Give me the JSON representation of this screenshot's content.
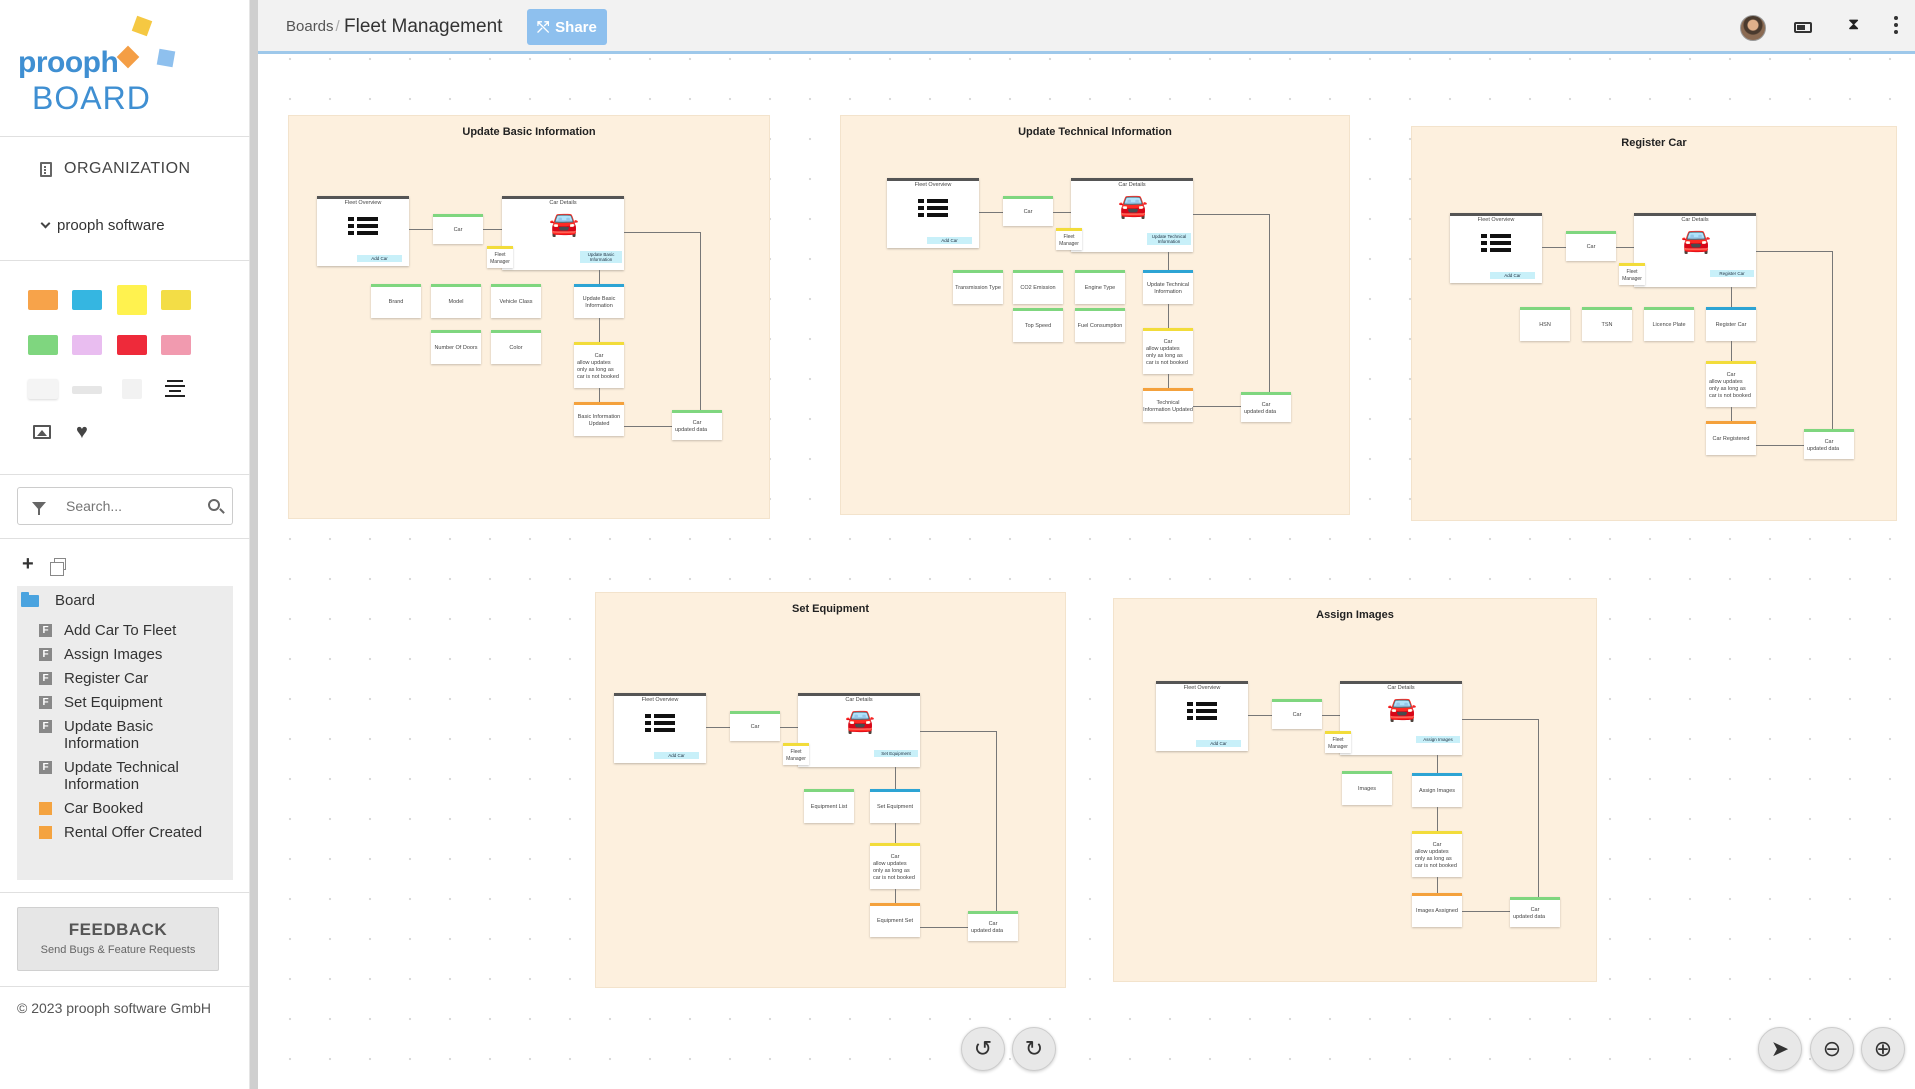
{
  "brand": {
    "name_line1": "prooph",
    "name_line2": "BOARD"
  },
  "sidebar": {
    "organization_label": "ORGANIZATION",
    "org_name": "prooph software",
    "swatch_colors": [
      "#f7a34a",
      "#35b6e1",
      "#fff24f",
      "#f3dd46",
      "#7fd67f",
      "#e9bdf0",
      "#ee2a3a",
      "#f19aaf",
      "#f4f4f4",
      "#e6e6e6",
      "#f2f2f2"
    ],
    "search": {
      "placeholder": "Search..."
    },
    "tree": {
      "root": "Board",
      "items": [
        {
          "label": "Add Car To Fleet",
          "type": "F"
        },
        {
          "label": "Assign Images",
          "type": "F"
        },
        {
          "label": "Register Car",
          "type": "F"
        },
        {
          "label": "Set Equipment",
          "type": "F"
        },
        {
          "label": "Update Basic Information",
          "type": "F"
        },
        {
          "label": "Update Technical Information",
          "type": "F"
        },
        {
          "label": "Car Booked",
          "type": "sticky"
        },
        {
          "label": "Rental Offer Created",
          "type": "sticky"
        }
      ]
    },
    "feedback": {
      "title": "FEEDBACK",
      "subtitle": "Send Bugs & Feature Requests"
    },
    "copyright": "© 2023 prooph software GmbH"
  },
  "topbar": {
    "breadcrumb": "Boards",
    "breadcrumb_sep": "/",
    "title": "Fleet Management",
    "share_label": "Share"
  },
  "frames": {
    "f1": {
      "title": "Update Basic Information",
      "fields": [
        "Brand",
        "Model",
        "Vehicle Class",
        "Number Of Doors",
        "Color"
      ],
      "command": "Update Basic Information",
      "pill": "Update Basic Information",
      "event": "Basic Information Updated"
    },
    "f2": {
      "title": "Update Technical Information",
      "fields": [
        "Transmission Type",
        "CO2 Emission",
        "Engine Type",
        "Top Speed",
        "Fuel Consumption"
      ],
      "command": "Update Technical Information",
      "pill": "Update Technical Information",
      "event": "Technical Information Updated"
    },
    "f3": {
      "title": "Register Car",
      "fields": [
        "HSN",
        "TSN",
        "Licence Plate"
      ],
      "command": "Register Car",
      "pill": "Register Car",
      "event": "Car Registered"
    },
    "f4": {
      "title": "Set Equipment",
      "fields": [
        "Equipment List"
      ],
      "command": "Set Equipment",
      "pill": "Set Equipment",
      "event": "Equipment Set"
    },
    "f5": {
      "title": "Assign Images",
      "fields": [
        "Images"
      ],
      "command": "Assign Images",
      "pill": "Assign Images",
      "event": "Images Assigned"
    }
  },
  "common": {
    "fleet_overview": "Fleet Overview",
    "car_details": "Car Details",
    "add_car": "Add Car",
    "car": "Car",
    "fleet_manager": "Fleet Manager",
    "policy": "allow updates only as long as car is not booked",
    "updated_data": "updated data"
  }
}
